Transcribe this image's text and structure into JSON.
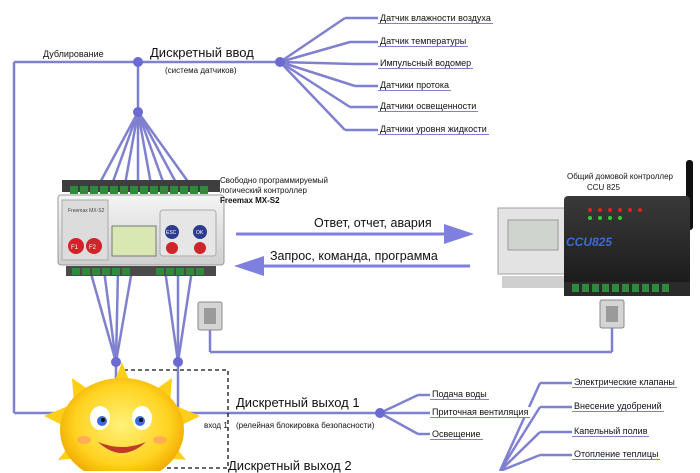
{
  "diagram": {
    "input": {
      "duplication_label": "Дублирование",
      "title": "Дискретный ввод",
      "subtitle": "(система датчиков)",
      "sensors": [
        "Датчик влажности воздуха",
        "Датчик температуры",
        "Импульсный водомер",
        "Датчики протока",
        "Датчики освещенности",
        "Датчики уровня жидкости"
      ]
    },
    "controller": {
      "line1": "Свободно программируемый",
      "line2": "логический контроллер",
      "line3": "Freemax MX-S2",
      "device_title": "Freemax MX-S2",
      "f1": "F1",
      "f2": "F2",
      "esc": "ESC",
      "ok": "OK"
    },
    "house_controller": {
      "line1": "Общий домовой контроллер",
      "line2": "CCU 825",
      "logo": "CCU825"
    },
    "arrows": {
      "right": "Ответ, отчет, авария",
      "left": "Запрос, команда, программа"
    },
    "output1": {
      "title": "Дискретный выход 1",
      "subtitle_prefix": "вход 1",
      "subtitle": "(релейная блокировка безопасности)",
      "items": [
        "Подача воды",
        "Приточная вентиляция",
        "Освещение"
      ]
    },
    "output2": {
      "title": "Дискретный выход 2",
      "items": [
        "Электрические клапаны",
        "Внесение удобрений",
        "Капельный полив",
        "Отопление теплицы"
      ]
    },
    "colors": {
      "line": "#8080d0",
      "arrow": "#7f7fe0",
      "node": "#6a6ad0",
      "device_body": "#e8e8e8",
      "terminal_green": "#2f8a3b"
    }
  }
}
